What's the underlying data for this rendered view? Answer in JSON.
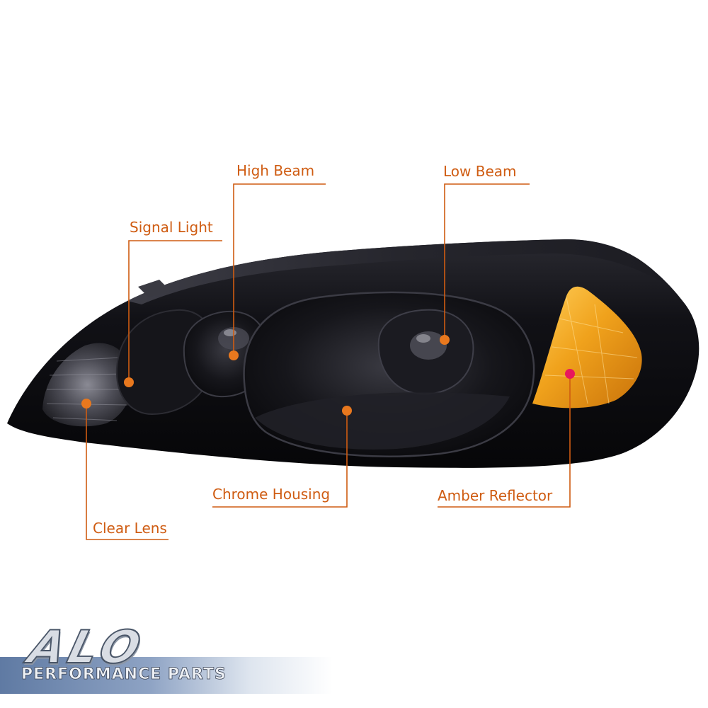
{
  "labels": {
    "high_beam": "High Beam",
    "low_beam": "Low Beam",
    "signal_light": "Signal Light",
    "chrome_housing": "Chrome Housing",
    "amber_reflector": "Amber Reflector",
    "clear_lens": "Clear Lens"
  },
  "logo": {
    "letters": "ALO",
    "subtitle": "PERFORMANCE PARTS"
  },
  "colors": {
    "callout": "#cf5c12",
    "callout_dot": "#e8781e",
    "reflector_dot": "#e8175d",
    "amber": "#f0a21c",
    "housing": "#0b0b0e"
  },
  "icons": [
    "headlight-image",
    "callout-dot-icon",
    "logo-mark"
  ]
}
